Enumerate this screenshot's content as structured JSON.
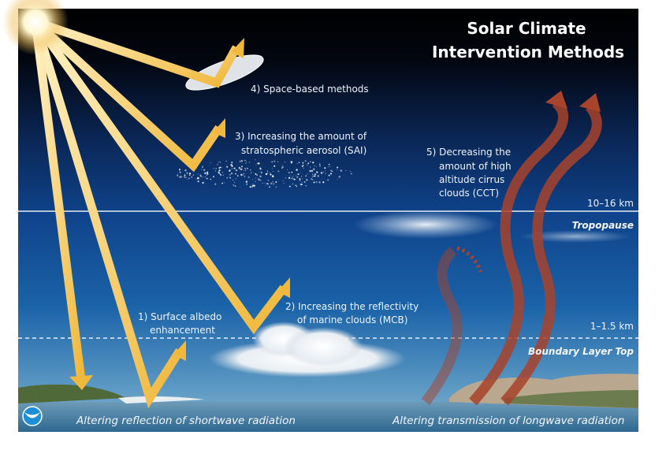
{
  "title": {
    "line1": "Solar Climate",
    "line2": "Intervention Methods"
  },
  "methods": {
    "space": "4) Space-based methods",
    "sai": {
      "line1": "3) Increasing the amount of",
      "line2": "stratospheric aerosol (SAI)"
    },
    "cct": {
      "line1": "5) Decreasing the",
      "line2": "amount of high",
      "line3": "altitude cirrus",
      "line4": "clouds (CCT)"
    },
    "mcb": {
      "line1": "2) Increasing the reflectivity",
      "line2": "of marine clouds (MCB)"
    },
    "albedo": {
      "line1": "1) Surface albedo",
      "line2": "enhancement"
    }
  },
  "levels": {
    "tropopause_height": "10–16 km",
    "tropopause": "Tropopause",
    "boundary_height": "1–1.5 km",
    "boundary": "Boundary Layer Top"
  },
  "captions": {
    "shortwave": "Altering reflection of shortwave radiation",
    "longwave": "Altering transmission of longwave radiation"
  },
  "logo": "NOAA",
  "colors": {
    "sunlight": "#f0b83c",
    "longwave": "#a8432c",
    "sky_top": "#000000",
    "sky_mid": "#0d3a7e",
    "sea": "#3d7aa3"
  }
}
